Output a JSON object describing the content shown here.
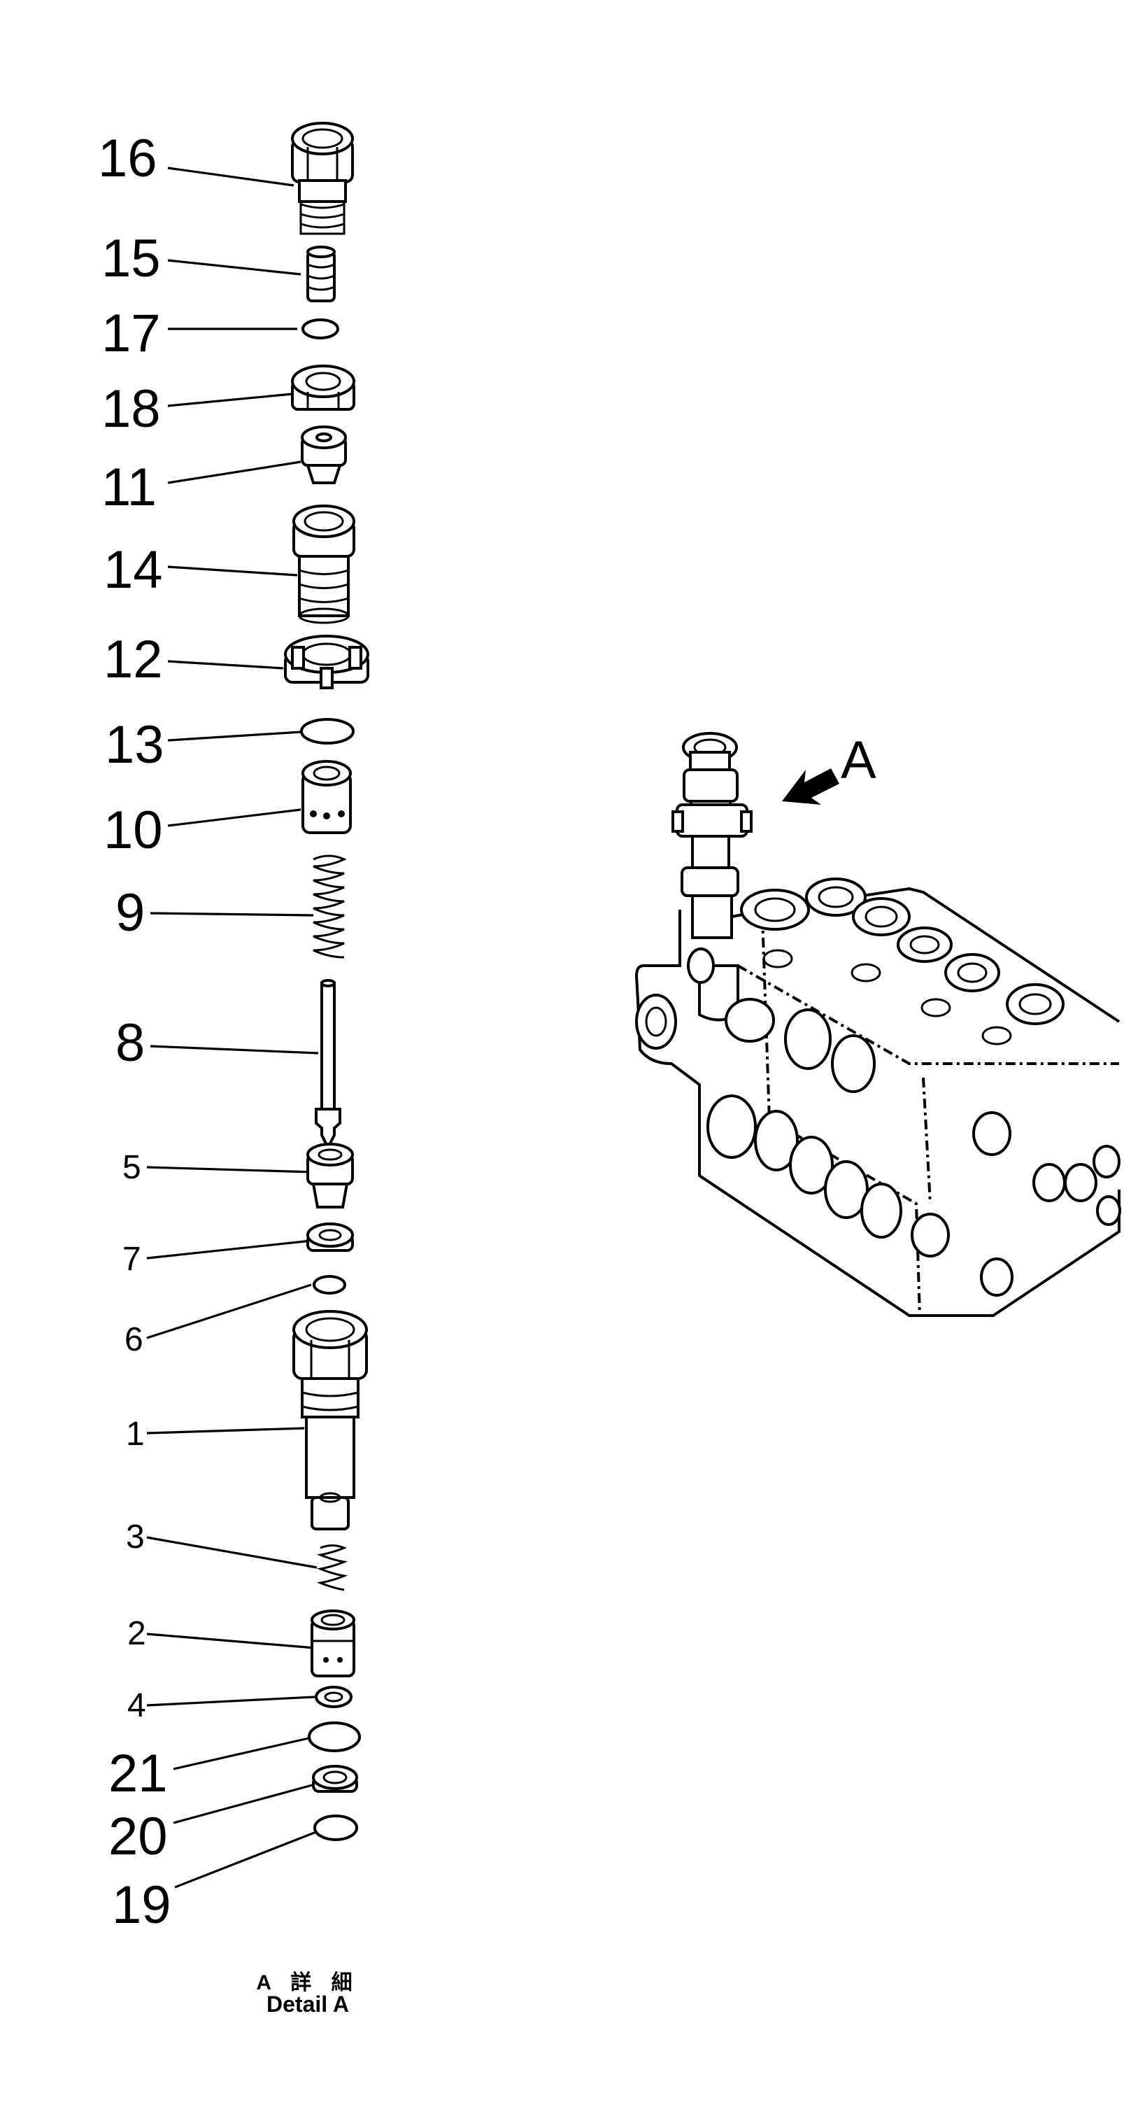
{
  "callouts": {
    "p16": "16",
    "p15": "15",
    "p17": "17",
    "p18": "18",
    "p11": "11",
    "p14": "14",
    "p12": "12",
    "p13": "13",
    "p10": "10",
    "p9": "9",
    "p8": "8",
    "p5": "5",
    "p7": "7",
    "p6": "6",
    "p1": "1",
    "p3": "3",
    "p2": "2",
    "p4": "4",
    "p21": "21",
    "p20": "20",
    "p19": "19"
  },
  "view_marker": "A",
  "caption": {
    "jp": "A 詳 細",
    "en": "Detail A"
  },
  "colors": {
    "ink": "#000000",
    "paper": "#ffffff"
  }
}
